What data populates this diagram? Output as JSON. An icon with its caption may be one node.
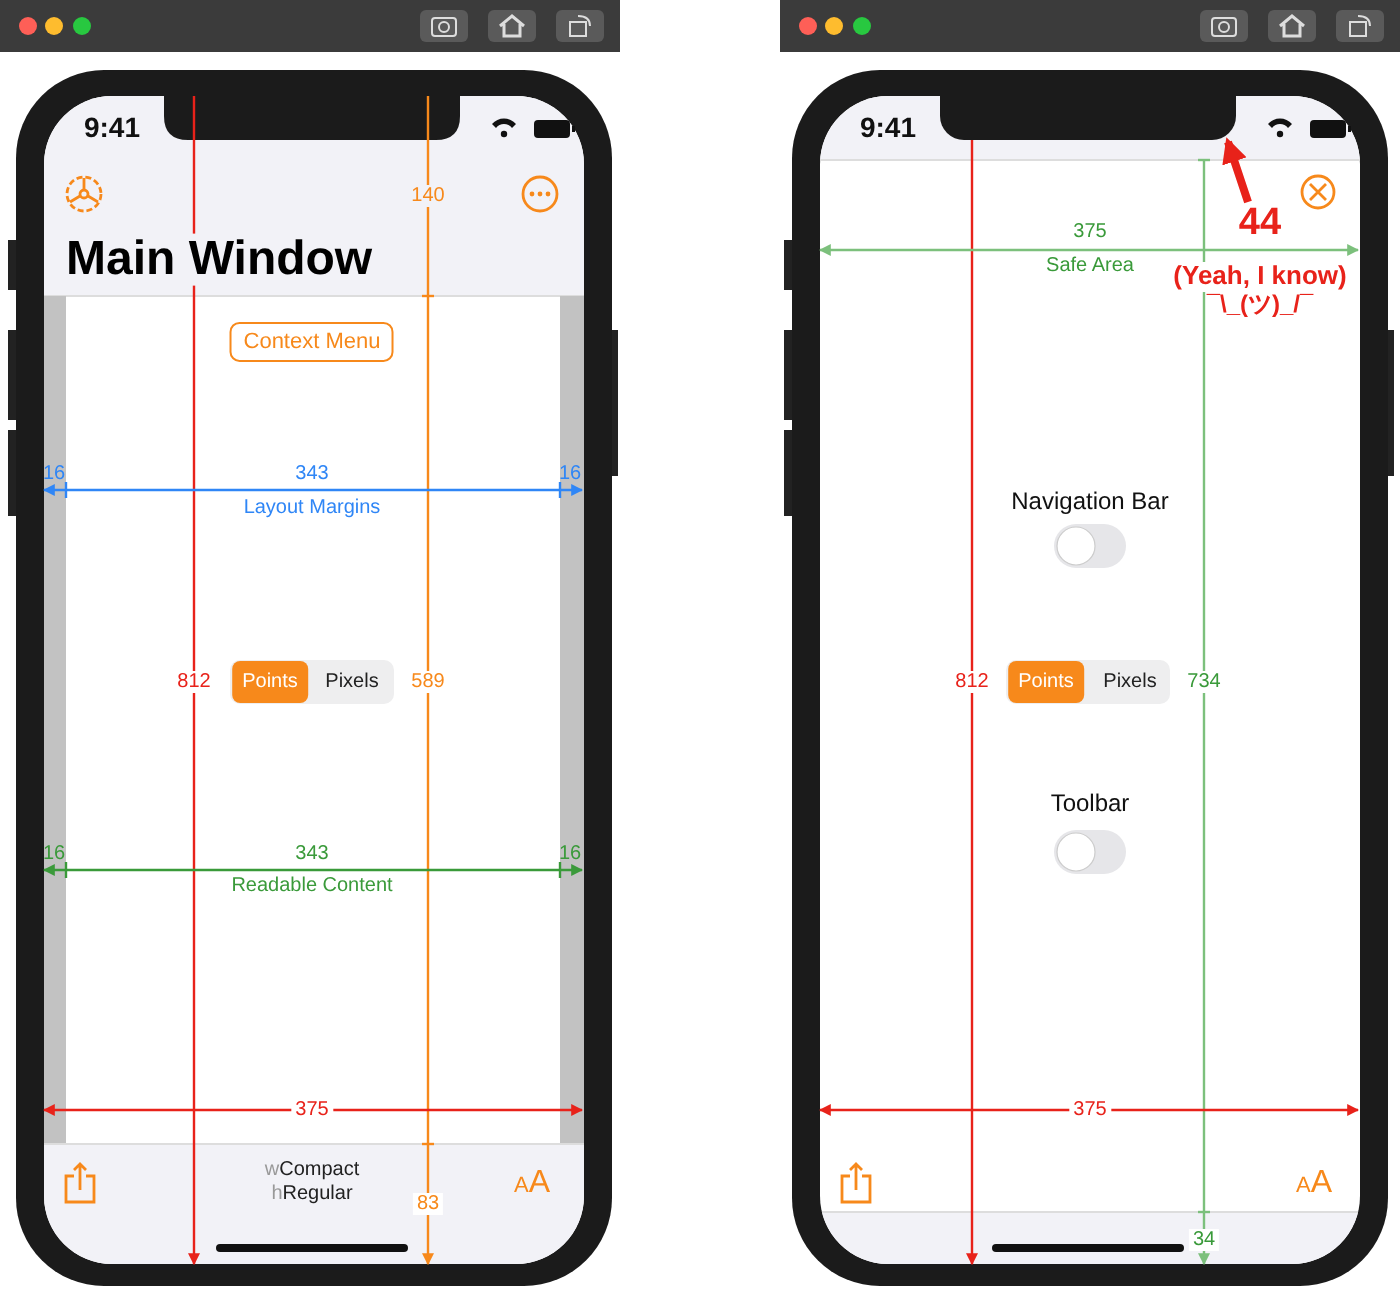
{
  "diagram": {
    "nodes": [
      {
        "text": [
          "44",
          "(Yeah, I know)",
          "¯\\_(ツ)_/¯"
        ]
      },
      {
        "text": [],
        "shape": "box"
      }
    ],
    "edges": [
      {
        "from": 0,
        "to": 1,
        "arrow": "to"
      }
    ],
    "labels": [
      "9:41",
      "140",
      "Main Window",
      "Context Menu",
      "16",
      "343",
      "16",
      "Layout Margins",
      "812",
      "Points",
      "Pixels",
      "589",
      "16",
      "343",
      "16",
      "Readable Content",
      "375",
      "wCompact",
      "hRegular",
      "83",
      "AA",
      "9:41",
      "375",
      "Safe Area",
      "Navigation Bar",
      "812",
      "Points",
      "Pixels",
      "734",
      "Toolbar",
      "375",
      "AA",
      "34"
    ]
  }
}
